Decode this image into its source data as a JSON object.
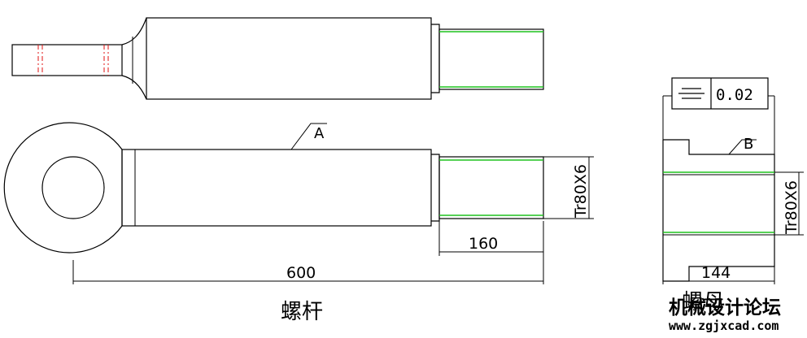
{
  "screw": {
    "title": "螺杆",
    "label_a": "A",
    "dim_total_length": "600",
    "dim_thread_length": "160",
    "dim_thread_spec": "Tr80X6"
  },
  "nut": {
    "title": "螺母",
    "label_b": "B",
    "dim_width": "144",
    "dim_thread_spec": "Tr80X6",
    "tolerance_value": "0.02"
  },
  "watermark": {
    "name": "机械设计论坛",
    "url": "www.zgjxcad.com"
  },
  "colors": {
    "line": "#000000",
    "thread": "#1fc21f",
    "centerline": "#e01010"
  }
}
